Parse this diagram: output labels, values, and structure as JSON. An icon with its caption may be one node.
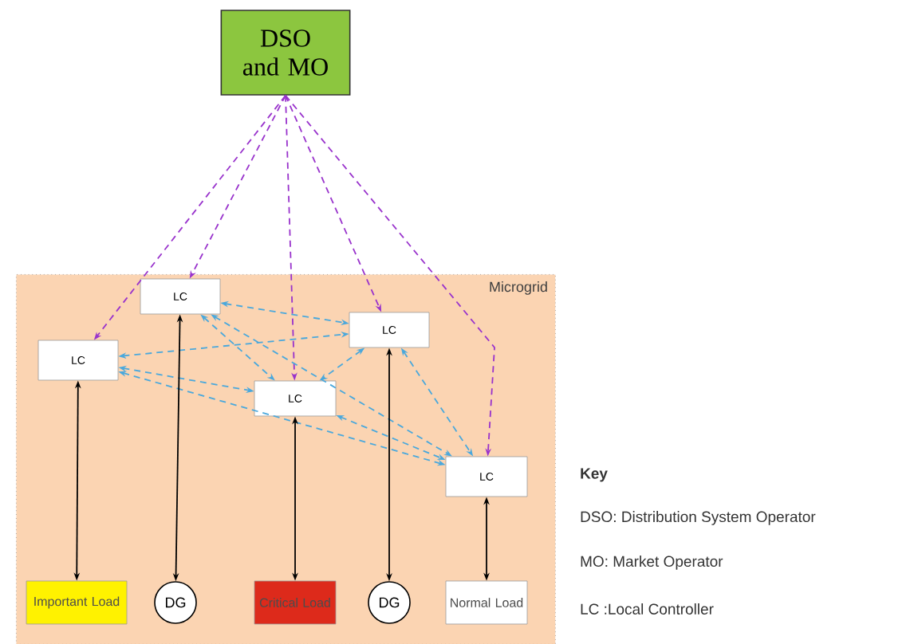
{
  "diagram": {
    "nodes": [
      {
        "text": [
          "DSO and MO"
        ]
      },
      {
        "text": [
          "Microgrid"
        ]
      },
      {
        "text": [
          "LC"
        ],
        "in": 1
      },
      {
        "text": [
          "LC"
        ],
        "in": 1
      },
      {
        "text": [
          "LC"
        ],
        "in": 1
      },
      {
        "text": [
          "LC"
        ],
        "in": 1
      },
      {
        "text": [
          "LC"
        ],
        "in": 1
      },
      {
        "text": [
          "Important Load"
        ],
        "in": 1
      },
      {
        "text": [
          "DG"
        ],
        "in": 1
      },
      {
        "text": [
          "Critical Load"
        ],
        "in": 1
      },
      {
        "text": [
          "DG"
        ],
        "in": 1
      },
      {
        "text": [
          "Normal Load"
        ],
        "in": 1
      }
    ],
    "edges": [
      {
        "from": 0,
        "to": 3,
        "arrow": "to",
        "style": "dashed",
        "color": "#9933cc"
      },
      {
        "from": 0,
        "to": 2,
        "arrow": "to",
        "style": "dashed",
        "color": "#9933cc"
      },
      {
        "from": 0,
        "to": 5,
        "arrow": "to",
        "style": "dashed",
        "color": "#9933cc"
      },
      {
        "from": 0,
        "to": 4,
        "arrow": "to",
        "style": "dashed",
        "color": "#9933cc"
      },
      {
        "from": 0,
        "to": 6,
        "arrow": "to",
        "style": "dashed",
        "color": "#9933cc"
      },
      {
        "from": 2,
        "to": 4,
        "arrow": "both",
        "style": "dashed",
        "color": "#4aa8dc"
      },
      {
        "from": 2,
        "to": 5,
        "arrow": "both",
        "style": "dashed",
        "color": "#4aa8dc"
      },
      {
        "from": 2,
        "to": 6,
        "arrow": "both",
        "style": "dashed",
        "color": "#4aa8dc"
      },
      {
        "from": 3,
        "to": 4,
        "arrow": "both",
        "style": "dashed",
        "color": "#4aa8dc"
      },
      {
        "from": 3,
        "to": 5,
        "arrow": "both",
        "style": "dashed",
        "color": "#4aa8dc"
      },
      {
        "from": 3,
        "to": 6,
        "arrow": "both",
        "style": "dashed",
        "color": "#4aa8dc"
      },
      {
        "from": 4,
        "to": 5,
        "arrow": "both",
        "style": "dashed",
        "color": "#4aa8dc"
      },
      {
        "from": 4,
        "to": 6,
        "arrow": "both",
        "style": "dashed",
        "color": "#4aa8dc"
      },
      {
        "from": 5,
        "to": 6,
        "arrow": "both",
        "style": "dashed",
        "color": "#4aa8dc"
      },
      {
        "from": 3,
        "to": 7,
        "arrow": "both",
        "color": "#000000"
      },
      {
        "from": 2,
        "to": 8,
        "arrow": "both",
        "color": "#000000"
      },
      {
        "from": 5,
        "to": 9,
        "arrow": "both",
        "color": "#000000"
      },
      {
        "from": 4,
        "to": 10,
        "arrow": "both",
        "color": "#000000"
      },
      {
        "from": 6,
        "to": 11,
        "arrow": "both",
        "color": "#000000"
      }
    ],
    "labels": [
      "Key",
      "DSO: Distribution System Operator",
      "MO: Market Operator",
      "LC :Local Controller"
    ]
  }
}
